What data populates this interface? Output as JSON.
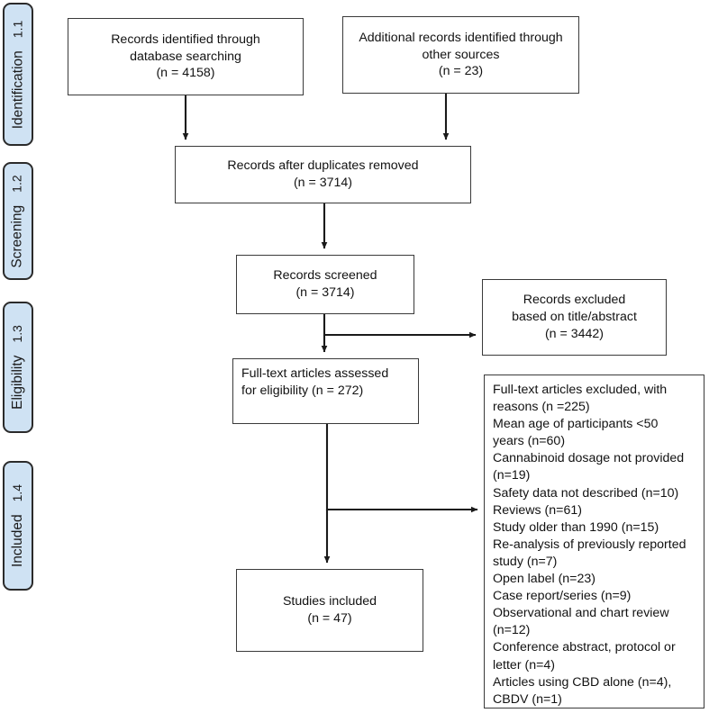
{
  "diagram": {
    "title": "PRISMA flow diagram",
    "colors": {
      "stage_fill": "#cfe2f3",
      "stage_border": "#2b2b2b",
      "node_fill": "#ffffff",
      "node_border": "#3a3a3a",
      "connector": "#1a1a1a",
      "background": "#ffffff"
    }
  },
  "stages": [
    {
      "number": "1.1",
      "label": "Identification"
    },
    {
      "number": "1.2",
      "label": "Screening"
    },
    {
      "number": "1.3",
      "label": "Eligibility"
    },
    {
      "number": "1.4",
      "label": "Included"
    }
  ],
  "nodes": {
    "db_search": "Records identified through\ndatabase searching\n(n = 4158)",
    "other_sources": "Additional records identified through\nother sources\n(n = 23)",
    "dupes_removed": "Records after duplicates removed\n(n = 3714)",
    "screened": "Records screened\n(n = 3714)",
    "excluded_title": "Records excluded\nbased on title/abstract\n(n = 3442)",
    "fulltext": "Full-text articles assessed\nfor eligibility (n = 272)",
    "exclusion_list": "  Full-text articles excluded, with\n  reasons (n =225)\n  Mean age of participants <50\n  years (n=60)\nCannabinoid dosage not provided\n(n=19)\nSafety data not described (n=10)\nReviews (n=61)\nStudy older than 1990 (n=15)\nRe-analysis of previously reported\nstudy (n=7)\nOpen label (n=23)\nCase report/series (n=9)\nObservational and chart review\n(n=12)\nConference abstract, protocol or\nletter (n=4)\nArticles using CBD alone (n=4),\nCBDV (n=1)",
    "included": "Studies included\n(n = 47)"
  },
  "counts": {
    "database_searching": 4158,
    "other_sources": 23,
    "after_duplicates_removed": 3714,
    "records_screened": 3714,
    "records_excluded_title_abstract": 3442,
    "fulltext_assessed": 272,
    "fulltext_excluded_total": 225,
    "studies_included": 47
  },
  "exclusion_reasons": [
    {
      "reason": "Mean age of participants <50 years",
      "n": 60
    },
    {
      "reason": "Cannabinoid dosage not provided",
      "n": 19
    },
    {
      "reason": "Safety data not described",
      "n": 10
    },
    {
      "reason": "Reviews",
      "n": 61
    },
    {
      "reason": "Study older than 1990",
      "n": 15
    },
    {
      "reason": "Re-analysis of previously reported study",
      "n": 7
    },
    {
      "reason": "Open label",
      "n": 23
    },
    {
      "reason": "Case report/series",
      "n": 9
    },
    {
      "reason": "Observational and chart review",
      "n": 12
    },
    {
      "reason": "Conference abstract, protocol or letter",
      "n": 4
    },
    {
      "reason": "Articles using CBD alone",
      "n": 4
    },
    {
      "reason": "CBDV",
      "n": 1
    }
  ]
}
